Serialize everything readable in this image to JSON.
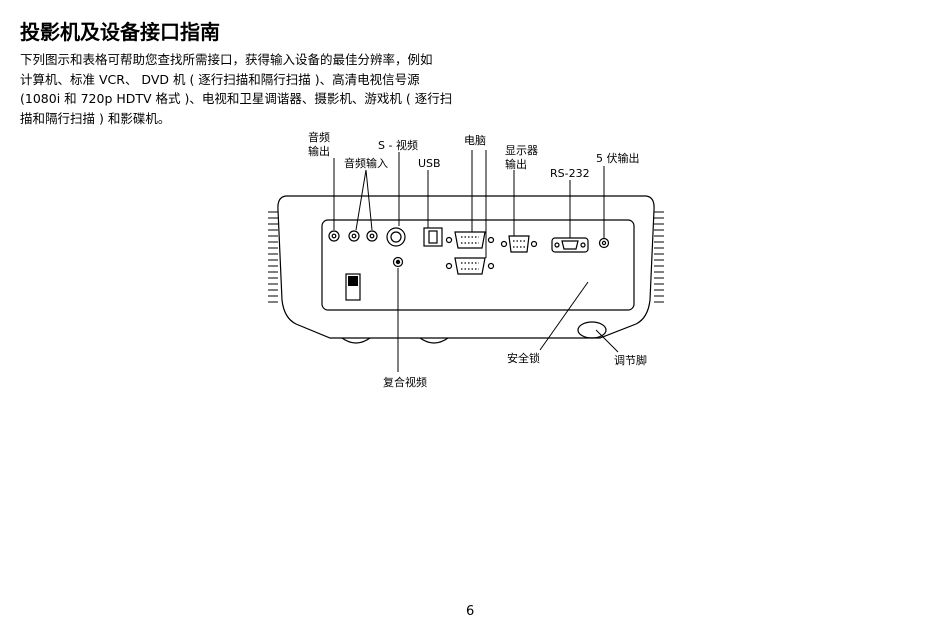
{
  "heading": "投影机及设备接口指南",
  "intro_lines": [
    "下列图示和表格可帮助您查找所需接口，获得输入设备的最佳分辨率，例如",
    "计算机、标准 VCR、 DVD 机 ( 逐行扫描和隔行扫描 )、高清电视信号源",
    "(1080i 和 720p HDTV 格式 )、电视和卫星调谐器、摄影机、游戏机 ( 逐行扫",
    "描和隔行扫描 ) 和影碟机。"
  ],
  "callouts": {
    "audio_out_line1": "音频",
    "audio_out_line2": "输出",
    "audio_in": "音频输入",
    "s_video": "S - 视频",
    "usb": "USB",
    "computer": "电脑",
    "monitor_out_line1": "显示器",
    "monitor_out_line2": "输出",
    "rs232": "RS-232",
    "five_volt_out": "5 伏输出",
    "security_lock": "安全锁",
    "adjust_foot": "调节脚",
    "composite_video": "复合视频"
  },
  "page_number": "6"
}
